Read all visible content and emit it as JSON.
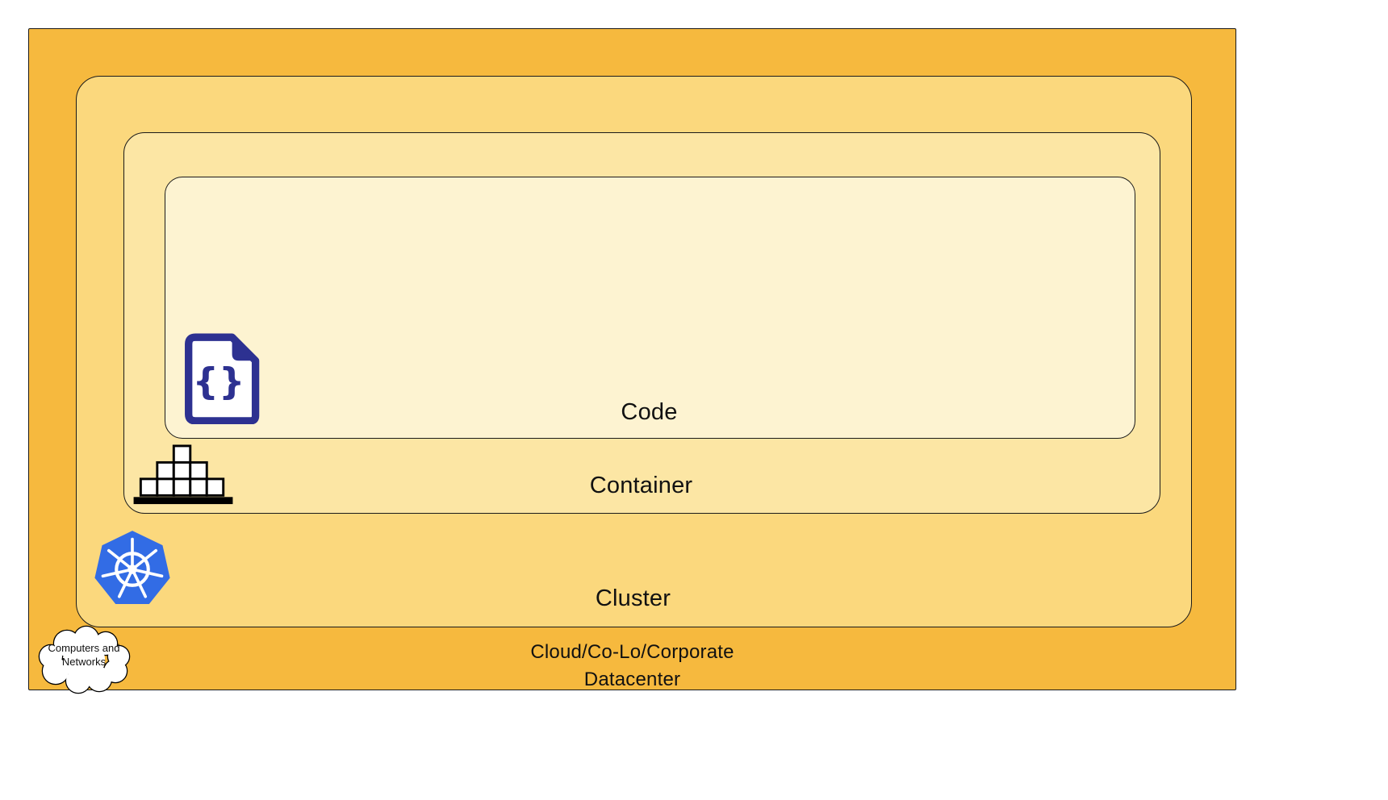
{
  "diagram": {
    "title": "nested deployment layers",
    "layers": {
      "datacenter": {
        "label_line1": "Cloud/Co-Lo/Corporate",
        "label_line2": "Datacenter",
        "color": "#F6B93E"
      },
      "cluster": {
        "label": "Cluster",
        "color": "#FBD87D"
      },
      "container": {
        "label": "Container",
        "color": "#FCE6A4"
      },
      "code": {
        "label": "Code",
        "color": "#FDF3D1"
      }
    },
    "cloud_callout": {
      "label_line1": "Computers and",
      "label_line2": "Networks"
    },
    "icons": {
      "code": "code-file-icon",
      "container": "container-stack-icon",
      "cluster": "kubernetes-icon",
      "datacenter": "cloud-icon"
    },
    "colors": {
      "border": "#1a1a1a",
      "code_icon_navy": "#2D3191",
      "kubernetes_blue": "#326CE5",
      "text": "#111111"
    }
  }
}
